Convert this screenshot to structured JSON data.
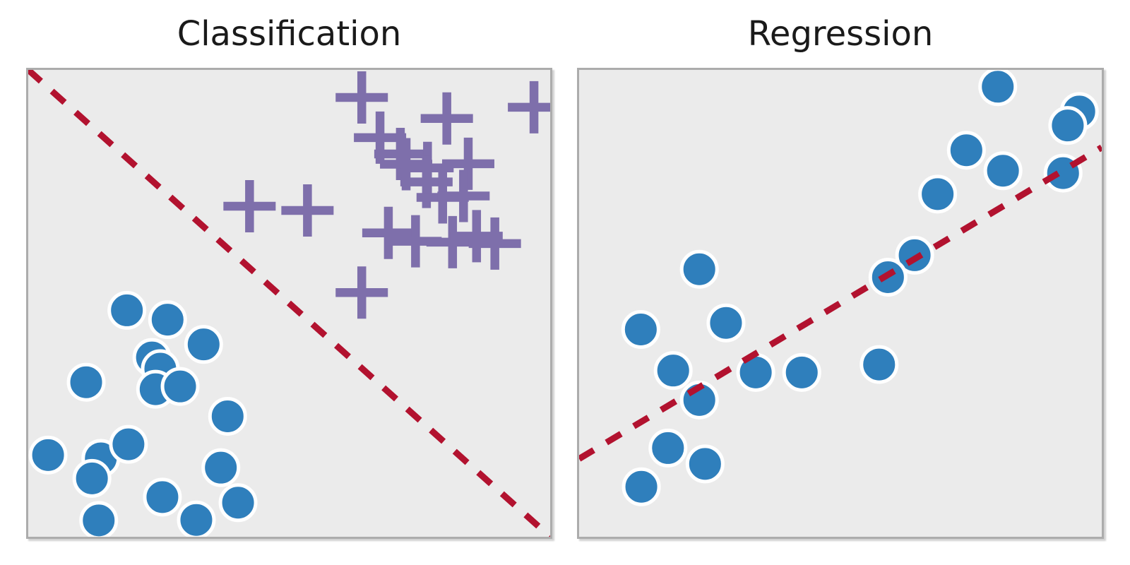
{
  "figure": {
    "background_color": "#FFFFFF",
    "panel_face_color": "#EBEBEB",
    "panel_border_color": "#ACACAC",
    "title_color": "#1A1A1A"
  },
  "chart_data": [
    {
      "type": "scatter",
      "title": "Classification",
      "xlabel": "",
      "ylabel": "",
      "axes": {
        "xlim": [
          0,
          100
        ],
        "ylim": [
          0,
          100
        ],
        "ticks_visible": false,
        "grid": false
      },
      "series": [
        {
          "name": "class-blue-circles",
          "marker": "circle",
          "color": "#2F7FBC",
          "edge_color": "#FFFFFF",
          "points": [
            [
              18.9,
              48.5
            ],
            [
              26.7,
              46.5
            ],
            [
              33.6,
              41.2
            ],
            [
              11.1,
              33.1
            ],
            [
              23.7,
              38.4
            ],
            [
              25.3,
              36.0
            ],
            [
              24.4,
              31.6
            ],
            [
              29.1,
              32.2
            ],
            [
              38.2,
              25.8
            ],
            [
              3.8,
              17.5
            ],
            [
              13.9,
              16.8
            ],
            [
              12.2,
              12.5
            ],
            [
              19.2,
              19.8
            ],
            [
              25.7,
              8.5
            ],
            [
              36.9,
              14.8
            ],
            [
              32.2,
              3.6
            ],
            [
              40.2,
              7.3
            ],
            [
              13.5,
              3.5
            ]
          ]
        },
        {
          "name": "class-purple-plusses",
          "marker": "plus",
          "color": "#7E6FAB",
          "points": [
            [
              63.9,
              94.1
            ],
            [
              80.2,
              89.6
            ],
            [
              96.9,
              92.0
            ],
            [
              67.4,
              85.5
            ],
            [
              71.3,
              82.0
            ],
            [
              72.4,
              79.8
            ],
            [
              76.5,
              79.0
            ],
            [
              84.3,
              79.9
            ],
            [
              76.3,
              76.0
            ],
            [
              79.4,
              72.7
            ],
            [
              83.4,
              73.0
            ],
            [
              42.4,
              70.8
            ],
            [
              53.5,
              69.9
            ],
            [
              69.0,
              65.1
            ],
            [
              74.2,
              63.3
            ],
            [
              81.3,
              63.1
            ],
            [
              85.9,
              64.4
            ],
            [
              89.4,
              62.8
            ],
            [
              63.9,
              52.3
            ]
          ]
        }
      ],
      "decision_boundary": {
        "style": "dashed",
        "color": "#B2122F",
        "x1": 0,
        "y1": 100,
        "x2": 100,
        "y2": 0
      }
    },
    {
      "type": "scatter",
      "title": "Regression",
      "xlabel": "",
      "ylabel": "",
      "axes": {
        "xlim": [
          0,
          100
        ],
        "ylim": [
          0,
          100
        ],
        "ticks_visible": false,
        "grid": false
      },
      "series": [
        {
          "name": "data-blue-circles",
          "marker": "circle",
          "color": "#2F7FBC",
          "edge_color": "#FFFFFF",
          "points": [
            [
              23.0,
              57.3
            ],
            [
              11.8,
              44.4
            ],
            [
              28.1,
              45.8
            ],
            [
              18.0,
              35.6
            ],
            [
              23.0,
              29.3
            ],
            [
              33.8,
              35.2
            ],
            [
              42.6,
              35.2
            ],
            [
              17.0,
              19.0
            ],
            [
              24.1,
              15.6
            ],
            [
              11.9,
              10.7
            ],
            [
              57.4,
              36.9
            ],
            [
              80.1,
              96.4
            ],
            [
              95.7,
              91.1
            ],
            [
              93.5,
              88.1
            ],
            [
              74.1,
              82.8
            ],
            [
              81.1,
              78.4
            ],
            [
              68.6,
              73.4
            ],
            [
              92.6,
              77.9
            ],
            [
              64.2,
              60.3
            ],
            [
              59.1,
              55.6
            ]
          ]
        }
      ],
      "fit_line": {
        "style": "dashed",
        "color": "#B2122F",
        "x1": 0,
        "y1": 16.7,
        "x2": 100,
        "y2": 83.4
      }
    }
  ]
}
